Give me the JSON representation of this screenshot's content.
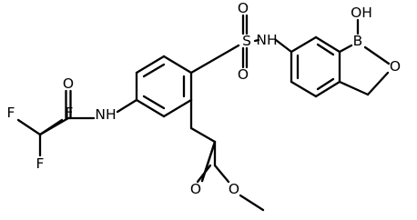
{
  "molecule": {
    "atoms": {
      "F1": "F",
      "F2": "F",
      "F3": "F",
      "O_amide": "O",
      "NH_amide": "NH",
      "S": "S",
      "O_sulfonyl_top": "O",
      "O_sulfonyl_bottom": "O",
      "NH_sulfonamide": "NH",
      "B": "B",
      "OH": "OH",
      "O_ring": "O",
      "O_ester_carbonyl": "O",
      "O_ester": "O"
    }
  }
}
